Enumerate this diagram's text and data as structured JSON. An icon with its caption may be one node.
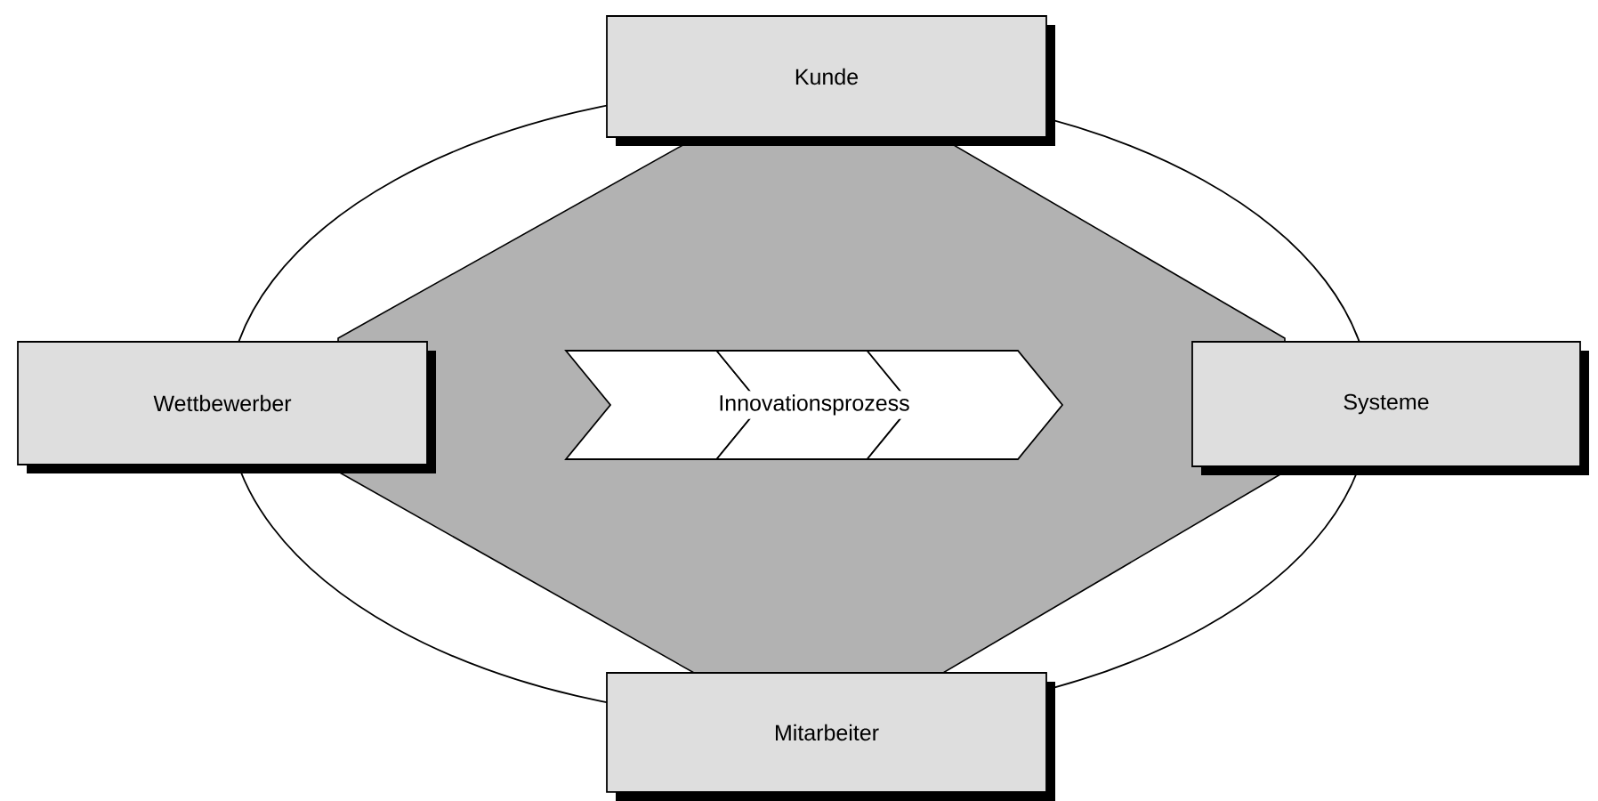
{
  "diagram": {
    "nodes": [
      {
        "text": [
          "Kunde"
        ]
      },
      {
        "text": [
          "Wettbewerber"
        ]
      },
      {
        "text": [
          "Innovationsprozess"
        ]
      },
      {
        "text": [
          "Systeme"
        ]
      },
      {
        "text": [
          "Mitarbeiter"
        ]
      }
    ]
  }
}
